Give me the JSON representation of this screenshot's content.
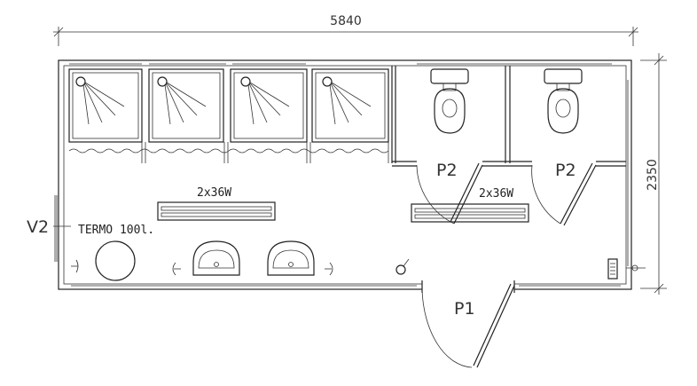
{
  "dimensions": {
    "width": "5840",
    "height": "2350"
  },
  "doors": {
    "main": "P1",
    "wc_left": "P2",
    "wc_right": "P2"
  },
  "window_label": "V2",
  "heater_label": "TERMO 100l.",
  "lighting": {
    "left": "2x36W",
    "right": "2x36W"
  },
  "fixtures": {
    "showers": 4,
    "toilets": 2,
    "washbasins": 2
  }
}
